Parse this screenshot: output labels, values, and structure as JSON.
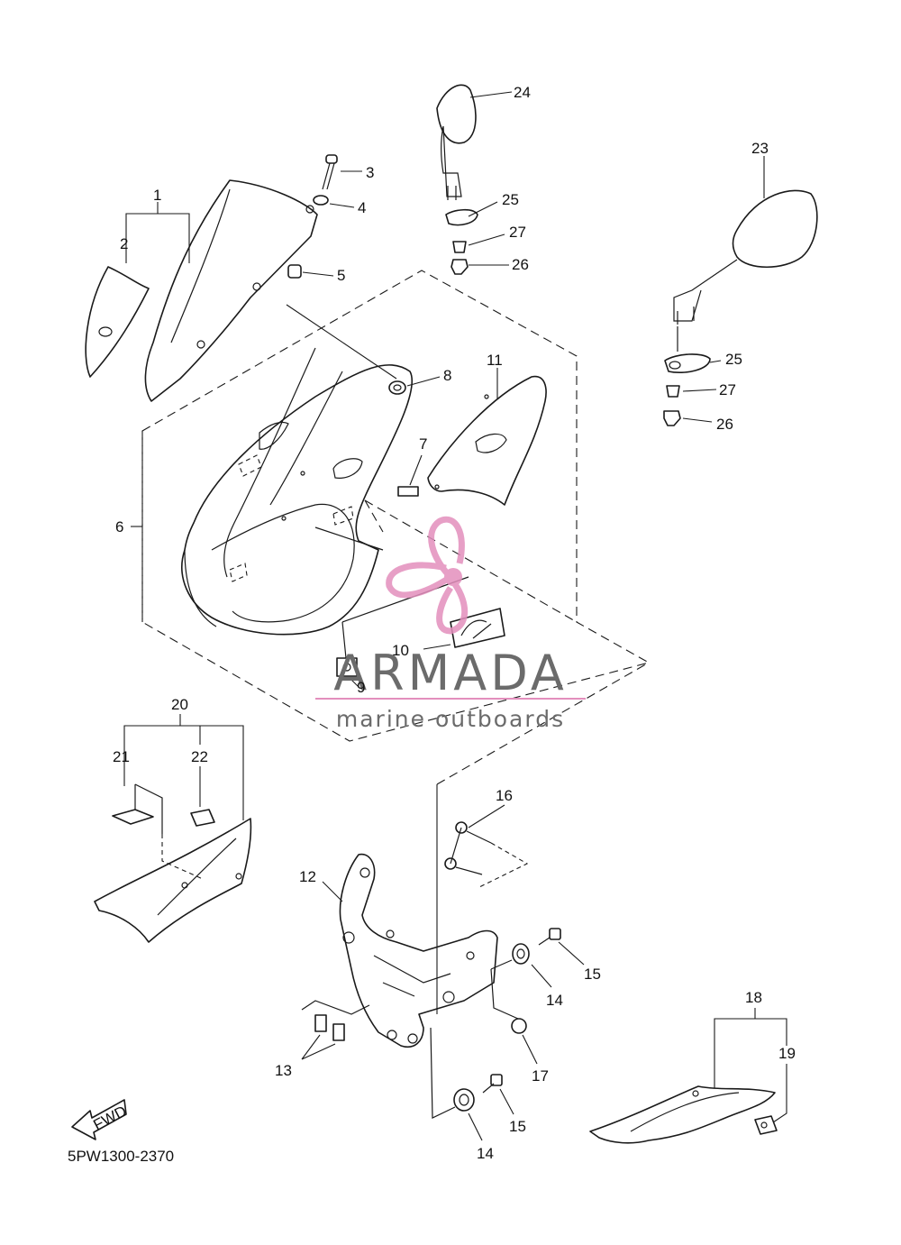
{
  "diagram": {
    "drawing_number": "5PW1300-2370",
    "direction_label": "FWD",
    "callouts": {
      "c1": "1",
      "c2": "2",
      "c3": "3",
      "c4": "4",
      "c5": "5",
      "c6": "6",
      "c7": "7",
      "c8": "8",
      "c9": "9",
      "c10": "10",
      "c11": "11",
      "c12": "12",
      "c13": "13",
      "c14a": "14",
      "c14b": "14",
      "c15a": "15",
      "c15b": "15",
      "c16": "16",
      "c17": "17",
      "c18": "18",
      "c19": "19",
      "c20": "20",
      "c21": "21",
      "c22": "22",
      "c23": "23",
      "c24": "24",
      "c25a": "25",
      "c25b": "25",
      "c26a": "26",
      "c26b": "26",
      "c27a": "27",
      "c27b": "27"
    }
  },
  "watermark": {
    "brand": "ARMADA",
    "tagline": "marine outboards",
    "accent_color": "#e38fbd",
    "text_color": "#6b6b6b"
  }
}
